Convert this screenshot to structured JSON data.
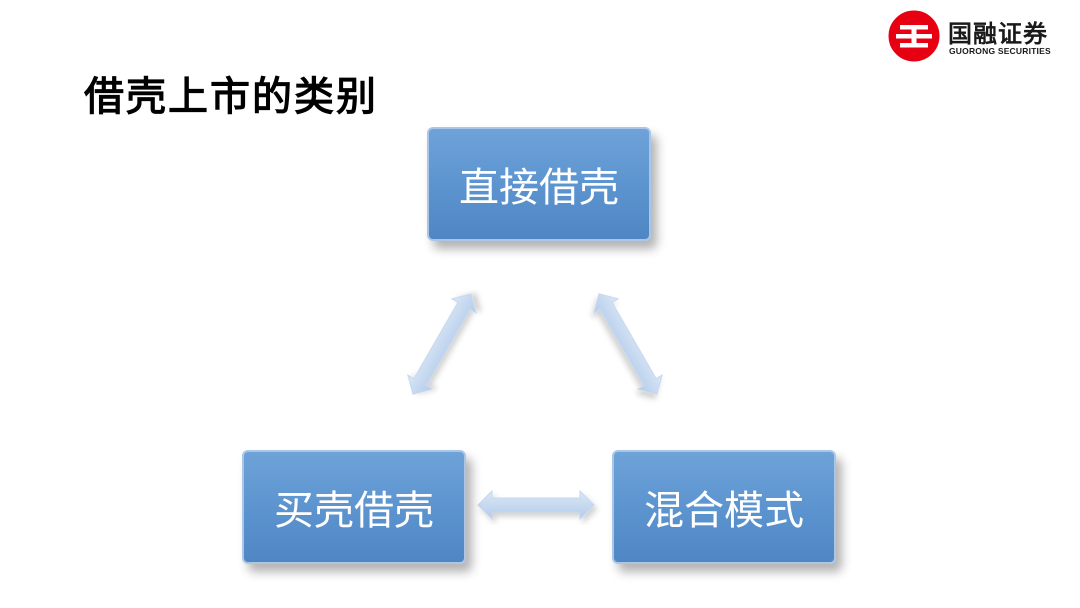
{
  "brand": {
    "name_cn": "国融证券",
    "name_en": "GUORONG SECURITIES",
    "color": "#e60012"
  },
  "slide": {
    "title": "借壳上市的类别"
  },
  "diagram": {
    "nodes": {
      "top": "直接借壳",
      "left": "买壳借壳",
      "right": "混合模式"
    },
    "node_color": "#5b93cf",
    "arrow_color": "#bcd2ee",
    "connections": [
      [
        "top",
        "left"
      ],
      [
        "top",
        "right"
      ],
      [
        "left",
        "right"
      ]
    ]
  }
}
